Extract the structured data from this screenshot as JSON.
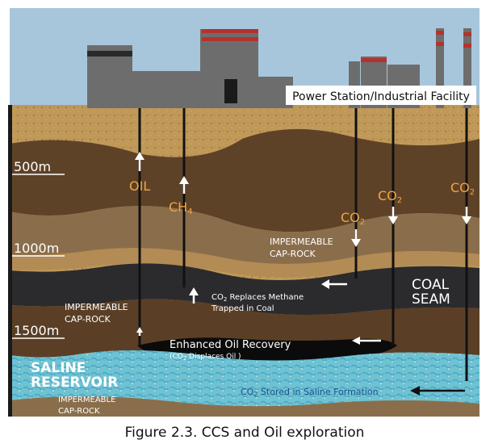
{
  "facility_label": "Power Station/Industrial Facility",
  "depth_labels": {
    "d500": "500m",
    "d1000": "1000m",
    "d1500": "1500m"
  },
  "flow_labels": {
    "oil": "OIL",
    "ch4": "CH",
    "ch4_sub": "4",
    "co2_a": "CO",
    "co2_b": "CO",
    "co2_c": "CO",
    "co2_sub": "2"
  },
  "cap_rock": {
    "line1": "IMPERMEABLE",
    "line2": "CAP-ROCK"
  },
  "coal_seam": {
    "line1": "COAL",
    "line2": "SEAM"
  },
  "methane_note": {
    "co": "CO",
    "sub": "2",
    "line1_rest": " Replaces Methane",
    "line2": "Trapped in Coal"
  },
  "oil_recovery": {
    "title": "Enhanced Oil Recovery",
    "sub_co": "(CO",
    "sub_2": "2",
    "sub_rest": " Displaces Oil )"
  },
  "saline": {
    "line1": "SALINE",
    "line2": "RESERVOIR"
  },
  "saline_note": {
    "co": "CO",
    "sub": "2",
    "rest": " Stored in Saline Formation"
  },
  "caption": "Figure 2.3. CCS and Oil exploration",
  "colors": {
    "sky": "#a7c6dc",
    "ground": "#c09958",
    "dark_brown": "#5e4228",
    "mid_brown": "#8a6e4c",
    "coal": "#2b2b2e",
    "oil": "#0b0b0b",
    "saline": "#6fc2d1",
    "label_orange": "#f2a443"
  }
}
